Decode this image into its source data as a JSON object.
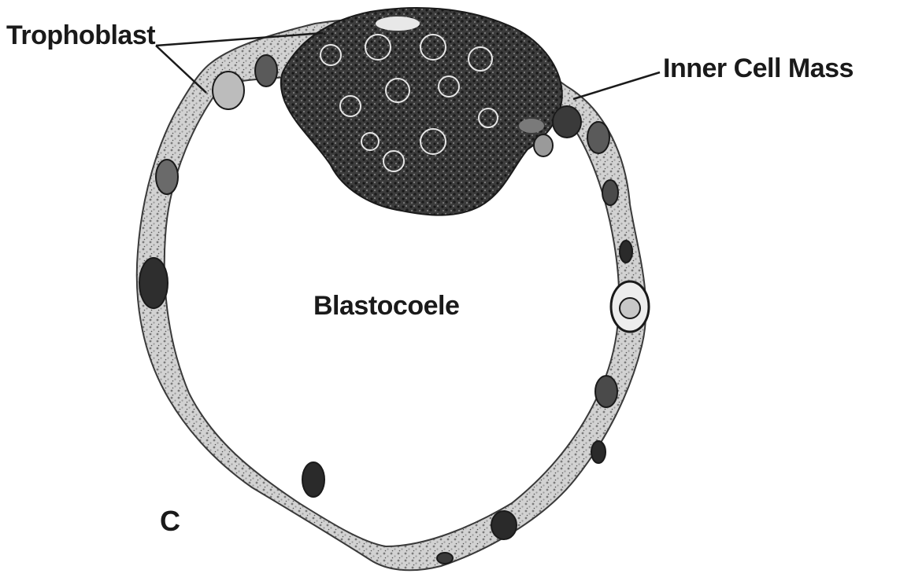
{
  "labels": {
    "trophoblast": "Trophoblast",
    "inner_cell_mass": "Inner Cell Mass",
    "blastocoele": "Blastocoele",
    "panel": "C"
  },
  "colors": {
    "ink": "#1a1a1a",
    "cell_dark": "#2a2a2a",
    "wall_fill": "#cfcfcf",
    "background": "#ffffff"
  }
}
